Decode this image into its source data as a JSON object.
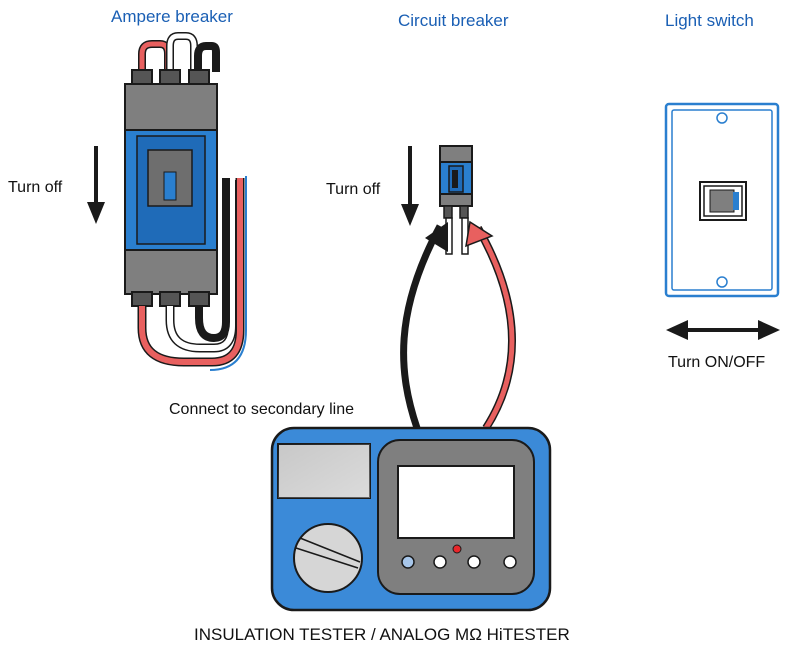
{
  "labels": {
    "ampere_breaker": "Ampere breaker",
    "circuit_breaker": "Circuit breaker",
    "light_switch": "Light switch",
    "turn_off_1": "Turn off",
    "turn_off_2": "Turn off",
    "turn_on_off": "Turn ON/OFF",
    "connect_secondary": "Connect to secondary line",
    "footer": "INSULATION TESTER / ANALOG MΩ HiTESTER"
  },
  "colors": {
    "device_blue": "#2a7fcf",
    "label_blue": "#1a5fb4",
    "body_gray": "#7f7f7f",
    "lead_red": "#e8605f",
    "lead_black": "#1a1a1a",
    "meter_blue": "#3b8ad8"
  }
}
